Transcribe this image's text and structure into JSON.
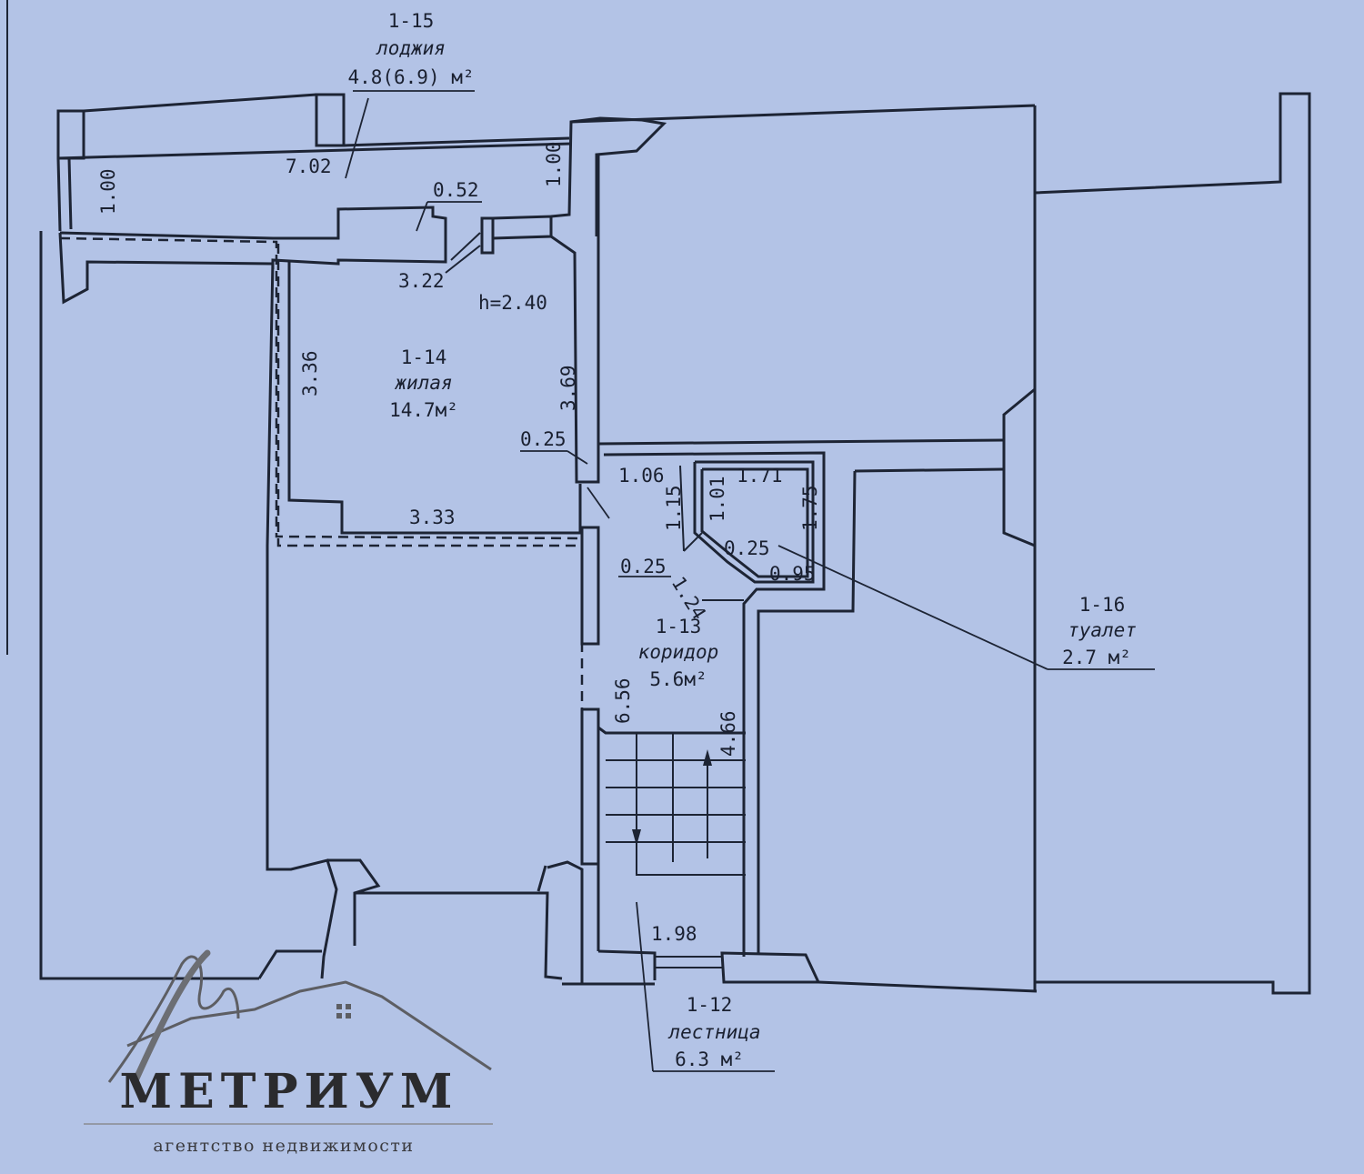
{
  "rooms": {
    "loggia": {
      "code": "1-15",
      "name": "лоджия",
      "area": "4.8(6.9) м²"
    },
    "living": {
      "code": "1-14",
      "name": "жилая",
      "area": "14.7м²"
    },
    "corridor": {
      "code": "1-13",
      "name": "коридор",
      "area": "5.6м²"
    },
    "toilet": {
      "code": "1-16",
      "name": "туалет",
      "area": "2.7 м²"
    },
    "stairs": {
      "code": "1-12",
      "name": "лестница",
      "area": "6.3 м²"
    }
  },
  "height": "h=2.40",
  "dimensions": {
    "loggia_length": "7.02",
    "loggia_depth_left": "1.00",
    "loggia_depth_right": "1.00",
    "wall_052": "0.52",
    "living_width": "3.22",
    "living_left": "3.36",
    "living_right": "3.69",
    "living_bottom": "3.33",
    "wall_025_a": "0.25",
    "d_106": "1.06",
    "d_115": "1.15",
    "d_101": "1.01",
    "d_171": "1.71",
    "d_175": "1.75",
    "d_025_b": "0.25",
    "d_025_c": "0.25",
    "d_124": "1.24",
    "d_095": "0.95",
    "corridor_length": "6.56",
    "stair_length": "4.66",
    "stair_width": "1.98"
  },
  "logo": {
    "name": "МЕТРИУМ",
    "tagline": "агентство недвижимости"
  }
}
